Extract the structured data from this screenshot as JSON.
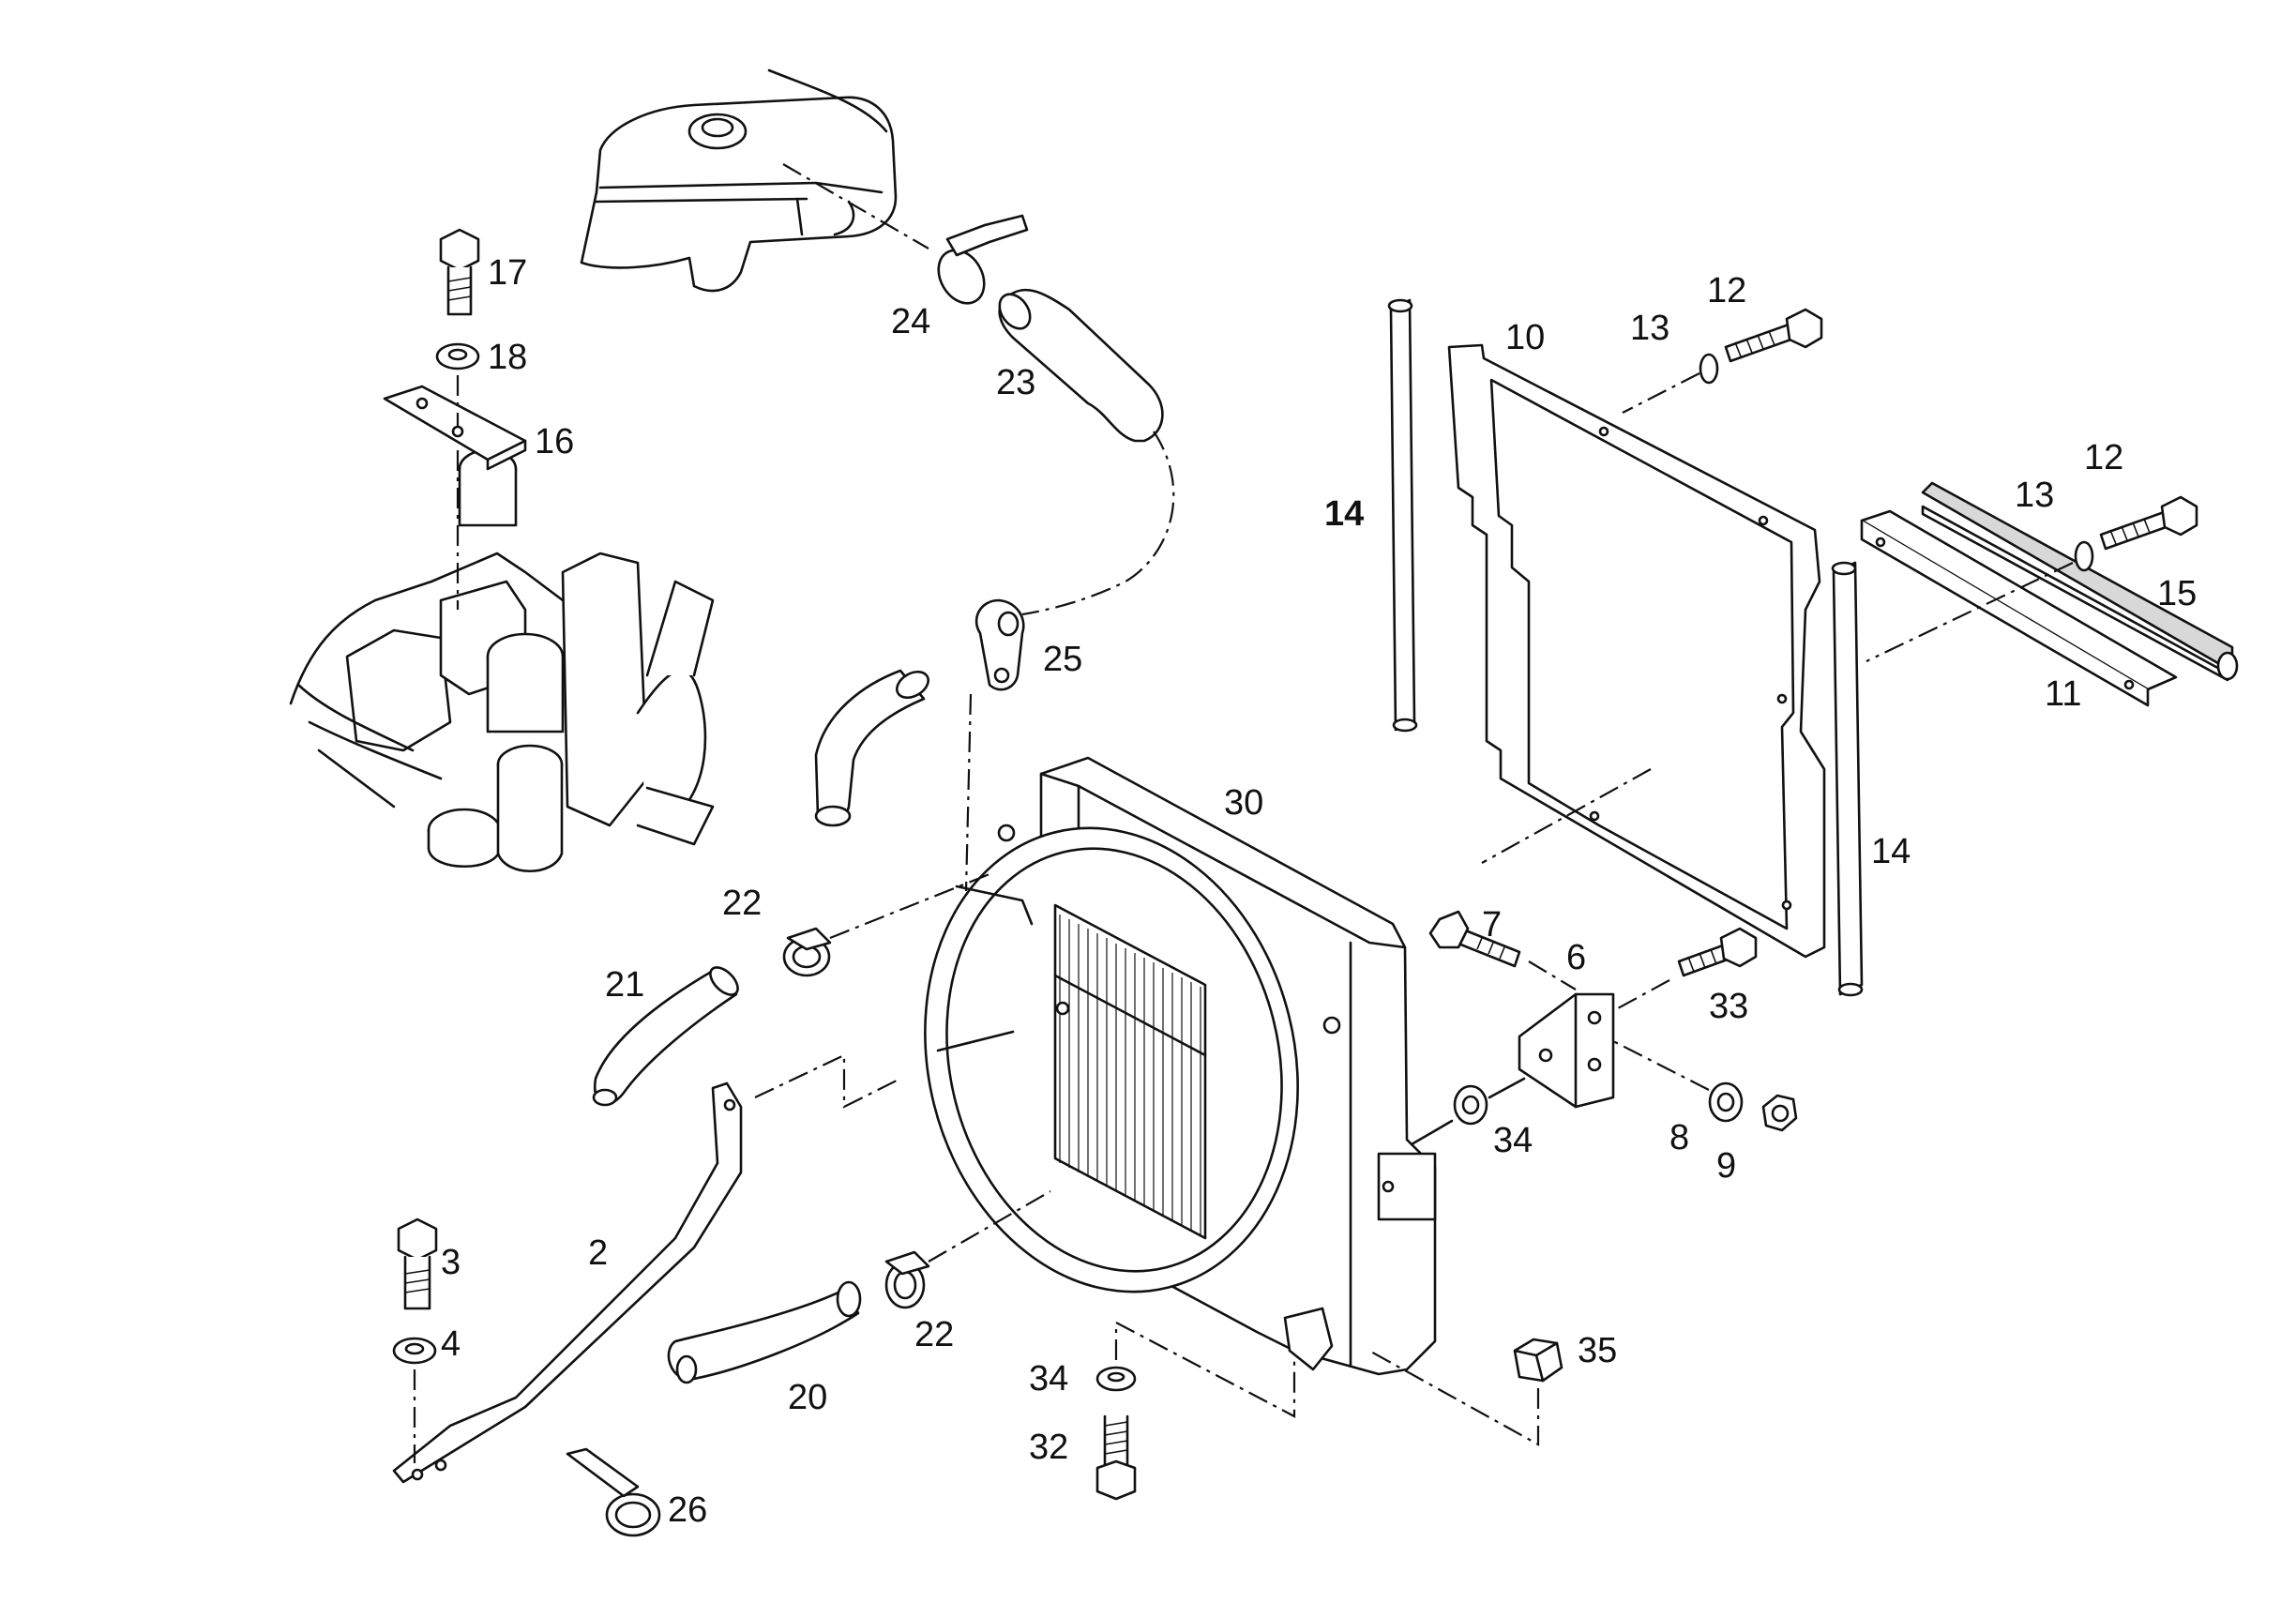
{
  "diagram": {
    "callouts": [
      {
        "id": "c17",
        "label": "17"
      },
      {
        "id": "c18",
        "label": "18"
      },
      {
        "id": "c16",
        "label": "16"
      },
      {
        "id": "c24",
        "label": "24"
      },
      {
        "id": "c23",
        "label": "23"
      },
      {
        "id": "c25",
        "label": "25"
      },
      {
        "id": "c10",
        "label": "10"
      },
      {
        "id": "c13a",
        "label": "13"
      },
      {
        "id": "c12a",
        "label": "12"
      },
      {
        "id": "c14a",
        "label": "14"
      },
      {
        "id": "c12b",
        "label": "12"
      },
      {
        "id": "c13b",
        "label": "13"
      },
      {
        "id": "c15",
        "label": "15"
      },
      {
        "id": "c11",
        "label": "11"
      },
      {
        "id": "c14b",
        "label": "14"
      },
      {
        "id": "c30",
        "label": "30"
      },
      {
        "id": "c22a",
        "label": "22"
      },
      {
        "id": "c21",
        "label": "21"
      },
      {
        "id": "c7",
        "label": "7"
      },
      {
        "id": "c6",
        "label": "6"
      },
      {
        "id": "c33",
        "label": "33"
      },
      {
        "id": "c34a",
        "label": "34"
      },
      {
        "id": "c8",
        "label": "8"
      },
      {
        "id": "c9",
        "label": "9"
      },
      {
        "id": "c3",
        "label": "3"
      },
      {
        "id": "c2",
        "label": "2"
      },
      {
        "id": "c4",
        "label": "4"
      },
      {
        "id": "c22b",
        "label": "22"
      },
      {
        "id": "c20",
        "label": "20"
      },
      {
        "id": "c34b",
        "label": "34"
      },
      {
        "id": "c35",
        "label": "35"
      },
      {
        "id": "c32",
        "label": "32"
      },
      {
        "id": "c26",
        "label": "26"
      }
    ]
  }
}
